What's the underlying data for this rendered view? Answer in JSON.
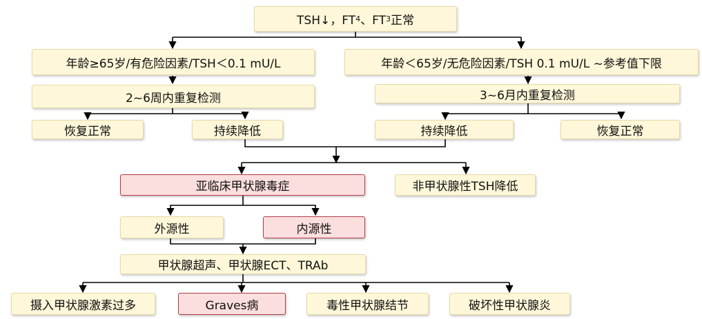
{
  "top": {
    "text_a": "TSH↓，FT",
    "sub_a": "4",
    "text_b": "、FT",
    "sub_b": "3",
    "text_c": " 正常"
  },
  "left_branch": {
    "condition": "年龄≥65岁/有危险因素/TSH＜0.1 mU/L",
    "recheck": "2~6周内重复检测",
    "recovered": "恢复正常",
    "persist": "持续降低"
  },
  "right_branch": {
    "condition": "年龄＜65岁/无危险因素/TSH 0.1 mU/L ~参考值下限",
    "recheck": "3~6月内重复检测",
    "persist": "持续降低",
    "recovered": "恢复正常"
  },
  "subclinical": "亚临床甲状腺毒症",
  "non_thyroid": "非甲状腺性TSH降低",
  "exogenous": "外源性",
  "endogenous": "内源性",
  "tests": "甲状腺超声、甲状腺ECT、TRAb",
  "causes": [
    "摄入甲状腺激素过多",
    "Graves病",
    "毒性甲状腺结节",
    "破坏性甲状腺炎"
  ]
}
